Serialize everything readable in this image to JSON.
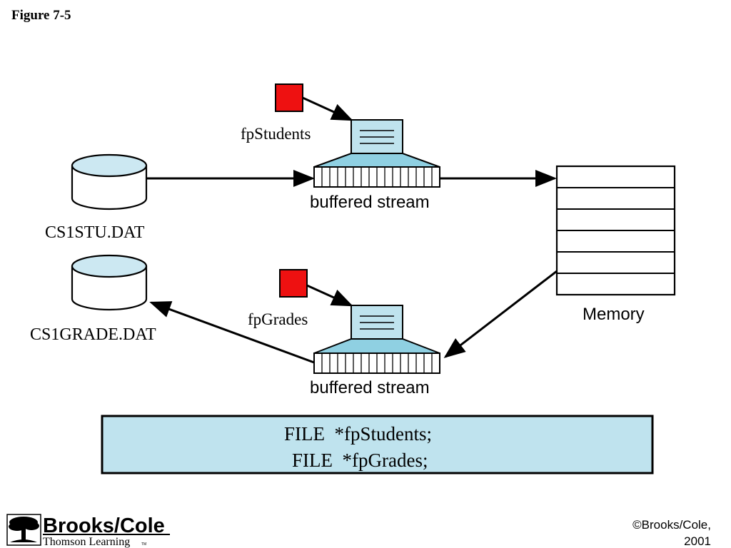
{
  "figure": {
    "title": "Figure 7-5"
  },
  "files": {
    "students": {
      "label": "CS1STU.DAT"
    },
    "grades": {
      "label": "CS1GRADE.DAT"
    }
  },
  "pointers": {
    "students": {
      "label": "fpStudents"
    },
    "grades": {
      "label": "fpGrades"
    }
  },
  "streams": {
    "top": {
      "label": "buffered stream"
    },
    "bottom": {
      "label": "buffered stream"
    }
  },
  "memory": {
    "label": "Memory"
  },
  "code": {
    "lines": [
      "FILE  *fpStudents;",
      "FILE  *fpGrades;"
    ]
  },
  "publisher": {
    "name": "Brooks/Cole",
    "subtitle": "Thomson Learning",
    "tm": "TM",
    "copyright_line1": "©Brooks/Cole,",
    "copyright_line2": "2001"
  },
  "colors": {
    "disk_fill": "#cce8f2",
    "buffer_fill": "#bfe3ee",
    "code_box_fill": "#bfe3ee",
    "pointer_red": "#ee1111",
    "stroke": "#000000"
  }
}
